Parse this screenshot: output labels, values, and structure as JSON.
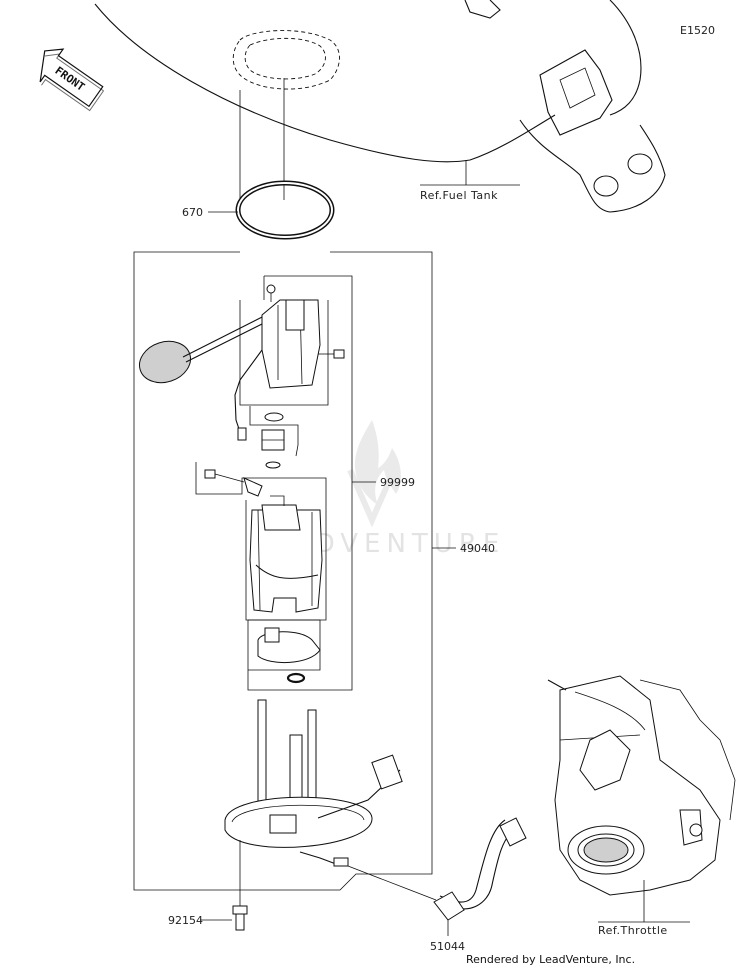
{
  "diagram_code": "E1520",
  "front_label": "FRONT",
  "refs": {
    "fuel_tank": "Ref.Fuel Tank",
    "throttle": "Ref.Throttle"
  },
  "parts": {
    "o_ring": "670",
    "fuel_pump_kit": "99999",
    "fuel_pump_assy": "49040",
    "bolt": "92154",
    "hose": "51044"
  },
  "watermark": "LEADVENTURE",
  "footer": "Rendered by LeadVenture, Inc."
}
